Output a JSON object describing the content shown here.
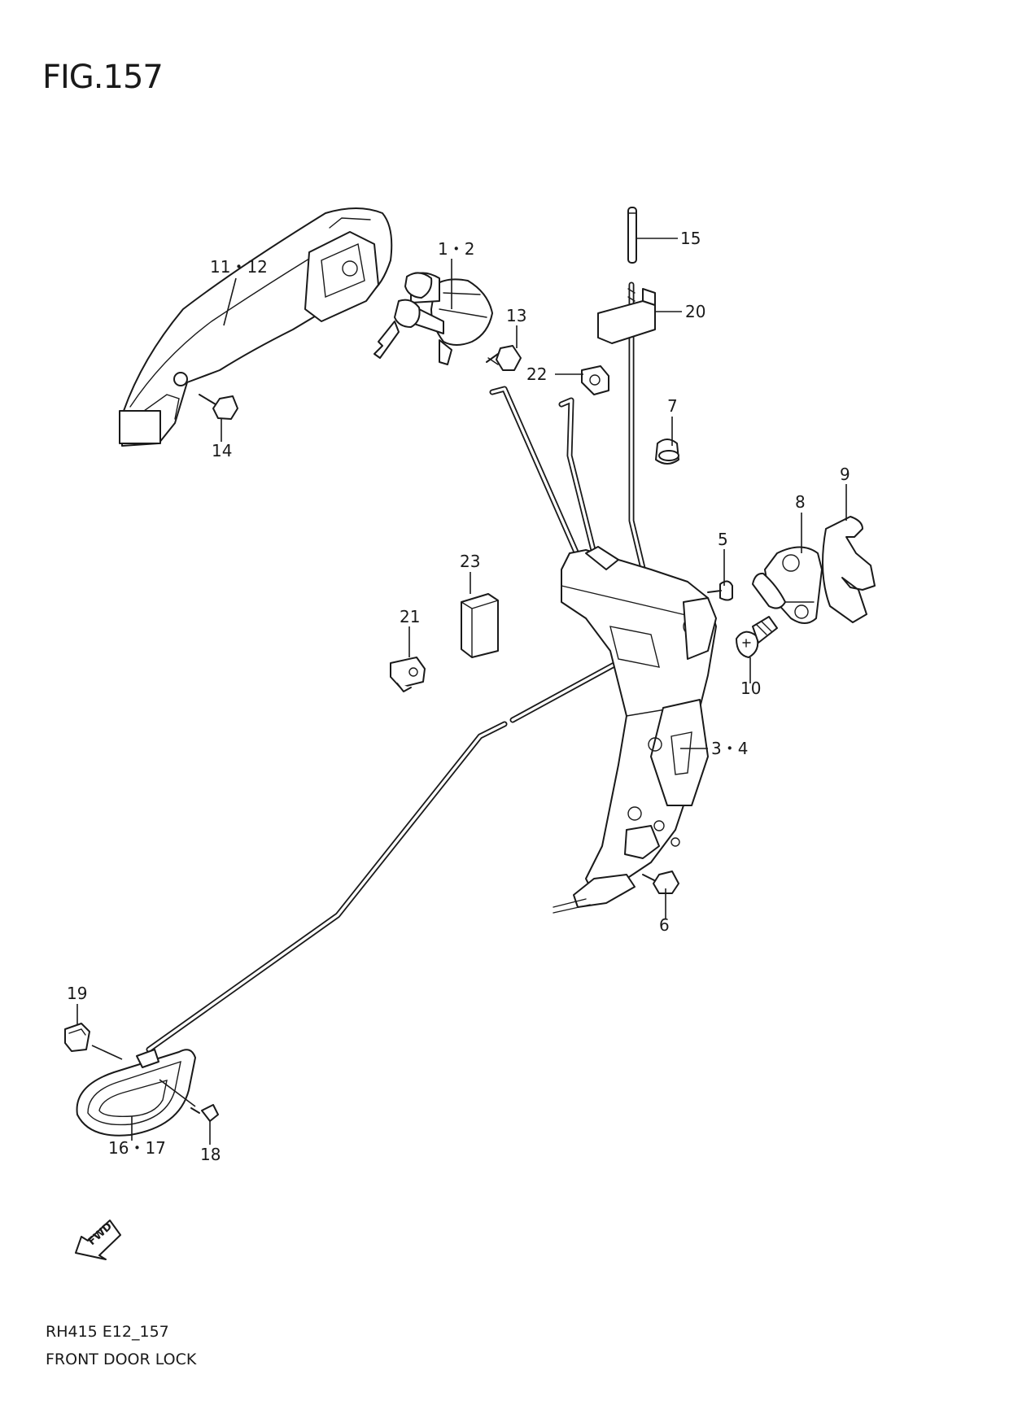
{
  "figure": {
    "title": "FIG.157",
    "model_code": "RH415 E12_157",
    "name": "FRONT DOOR LOCK"
  },
  "callouts": {
    "c1_2": "1・2",
    "c3_4": "3・4",
    "c5": "5",
    "c6": "6",
    "c7": "7",
    "c8": "8",
    "c9": "9",
    "c10": "10",
    "c11_12": "11・12",
    "c13": "13",
    "c14": "14",
    "c15": "15",
    "c16_17": "16・17",
    "c18": "18",
    "c19": "19",
    "c20": "20",
    "c21": "21",
    "c22": "22",
    "c23": "23"
  },
  "fwd_arrow": {
    "label": "FWD",
    "icon": "forward-arrow-icon"
  }
}
